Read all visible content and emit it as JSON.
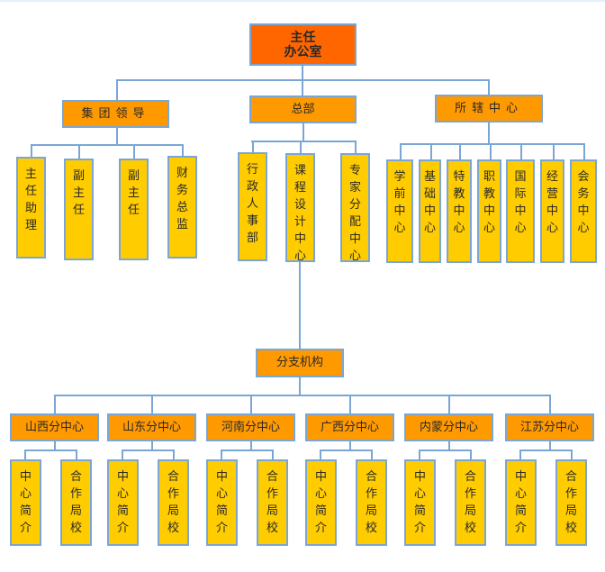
{
  "colors": {
    "root": "#ff6600",
    "level2": "#ff9900",
    "leaf": "#ffcc00",
    "connector": "#7aa6d6"
  },
  "root": {
    "line1": "主任",
    "line2": "办公室"
  },
  "group_leaders": {
    "label": "集团领导",
    "children": [
      "主任助理",
      "副主任",
      "副主任",
      "财务总监"
    ]
  },
  "headquarters": {
    "label": "总部",
    "children": [
      "行政人事部",
      "课程设计中心",
      "专家分配中心"
    ]
  },
  "subordinate_centers": {
    "label": "所辖中心",
    "children": [
      "学前中心",
      "基础中心",
      "特教中心",
      "职教中心",
      "国际中心",
      "经营中心",
      "会务中心"
    ]
  },
  "branches": {
    "label": "分支机构",
    "items": [
      {
        "label": "山西分中心",
        "children": [
          "中心简介",
          "合作局校"
        ]
      },
      {
        "label": "山东分中心",
        "children": [
          "中心简介",
          "合作局校"
        ]
      },
      {
        "label": "河南分中心",
        "children": [
          "中心简介",
          "合作局校"
        ]
      },
      {
        "label": "广西分中心",
        "children": [
          "中心简介",
          "合作局校"
        ]
      },
      {
        "label": "内蒙分中心",
        "children": [
          "中心简介",
          "合作局校"
        ]
      },
      {
        "label": "江苏分中心",
        "children": [
          "中心简介",
          "合作局校"
        ]
      }
    ]
  }
}
